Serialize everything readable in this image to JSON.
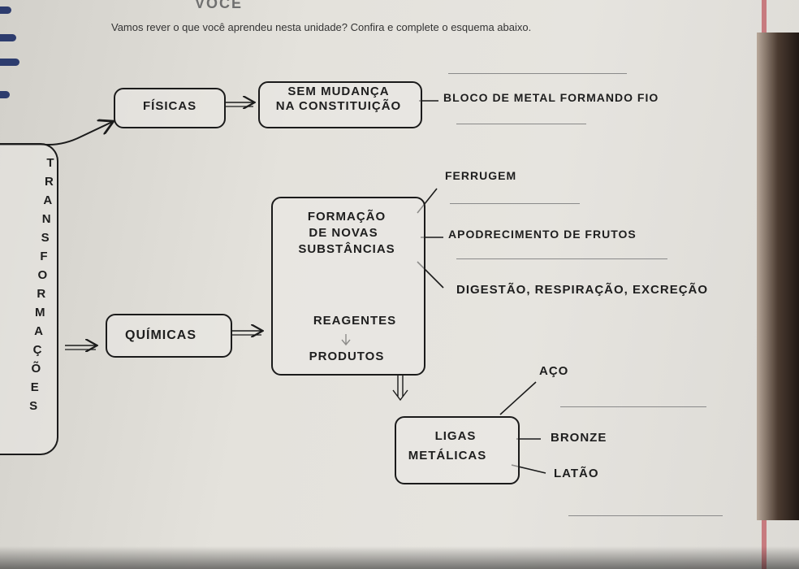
{
  "header": {
    "top_title": "VOCÊ",
    "instruction": "Vamos rever o que você aprendeu nesta unidade? Confira e complete o esquema abaixo."
  },
  "diagram": {
    "vertical_word": [
      "T",
      "R",
      "A",
      "N",
      "S",
      "F",
      "O",
      "R",
      "M",
      "A",
      "Ç",
      "Õ",
      "E",
      "S"
    ],
    "fisicas": {
      "label": "FÍSICAS",
      "sem_mudanca_line1": "SEM MUDANÇA",
      "sem_mudanca_line2": "NA CONSTITUIÇÃO",
      "example": "BLOCO DE METAL FORMANDO FIO"
    },
    "quimicas": {
      "label": "QUÍMICAS",
      "formacao_line1": "FORMAÇÃO",
      "formacao_line2": "DE NOVAS",
      "formacao_line3": "SUBSTÂNCIAS",
      "examples": [
        "FERRUGEM",
        "APODRECIMENTO DE FRUTOS",
        "DIGESTÃO, RESPIRAÇÃO, EXCREÇÃO"
      ],
      "reagentes": "REAGENTES",
      "produtos": "PRODUTOS"
    },
    "ligas": {
      "line1": "LIGAS",
      "line2": "METÁLICAS",
      "examples": [
        "AÇO",
        "BRONZE",
        "LATÃO"
      ]
    },
    "icons": [
      "arrow-right-icon",
      "arrow-down-icon"
    ]
  }
}
